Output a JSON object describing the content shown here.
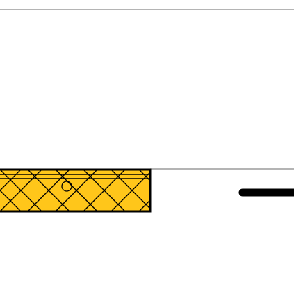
{
  "colors": {
    "background": "#ffffff",
    "line": "#888888",
    "outline": "#000000",
    "fill": "#ffc61a",
    "pattern": "#000000"
  },
  "elements": {
    "top_divider": "horizontal-rule",
    "lower_divider": "horizontal-rule",
    "yellow_block": "crosshatch-bar",
    "small_circle": "circle-marker",
    "right_bar": "rounded-bar"
  }
}
